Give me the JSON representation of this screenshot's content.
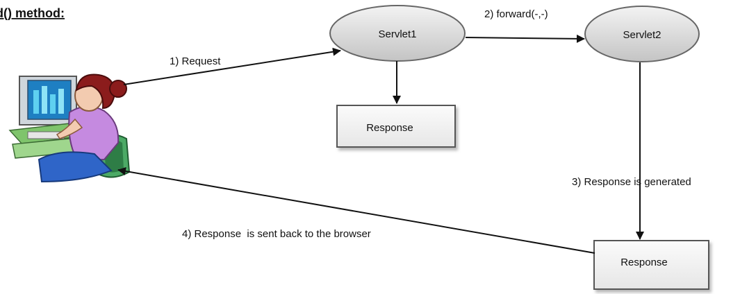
{
  "title": "d() method:",
  "nodes": {
    "servlet1": "Servlet1",
    "servlet2": "Servlet2",
    "response1": "Response",
    "response2": "Response"
  },
  "edges": {
    "request": "1) Request",
    "forward": "2) forward(-,-)",
    "generated": "3) Response is generated",
    "sent_back": "4) Response  is sent back to the browser"
  },
  "icons": {
    "client": "user-at-computer-icon"
  },
  "colors": {
    "ellipse_fill": "#d9d9d9",
    "box_fill": "#f2f2f2",
    "line": "#111111"
  }
}
